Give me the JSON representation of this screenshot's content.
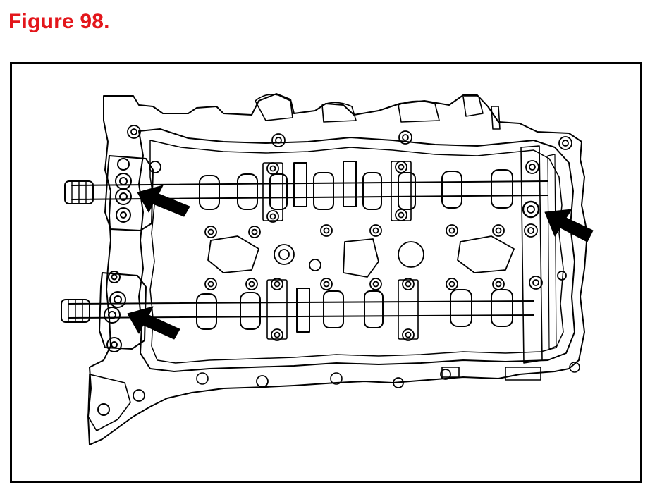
{
  "figure": {
    "title": "Figure 98.",
    "title_color": "#e3161b"
  },
  "illustration": {
    "subject": "cylinder-head-with-camshafts",
    "line_color": "#000000",
    "arrow_count": 3
  }
}
